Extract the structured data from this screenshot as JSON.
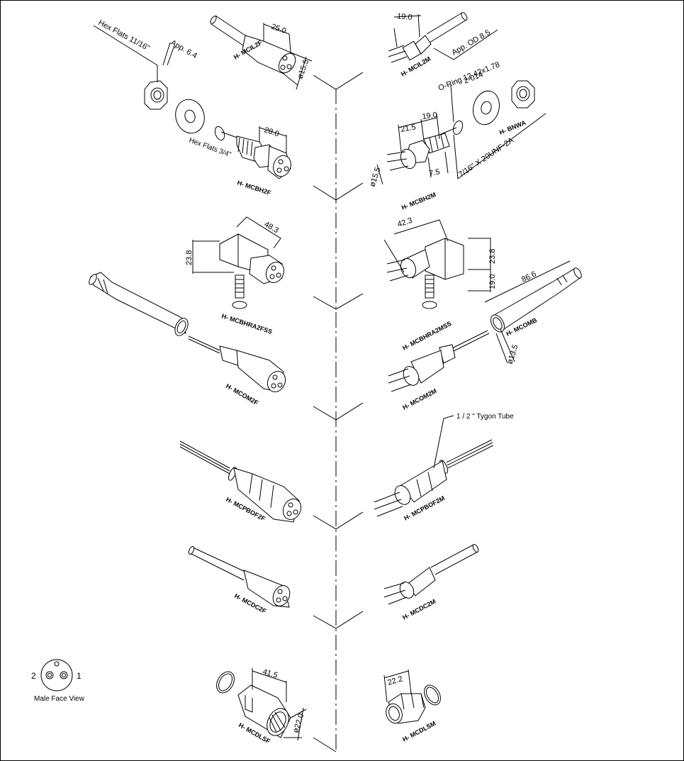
{
  "parts": {
    "mcil2f": "H- MCIL2F",
    "mcil2m": "H- MCIL2M",
    "mcbh2f": "H- MCBH2F",
    "mcbh2m": "H- MCBH2M",
    "bnwa": "H- BNWA",
    "mcbhra2fss": "H- MCBHRA2FSS",
    "mcbhra2mss": "H- MCBHRA2MSS",
    "mcomb": "H- MCOMB",
    "mcom2f": "H- MCOM2F",
    "mcom2m": "H- MCOM2M",
    "mcpbof2f": "H- MCPBOF2F",
    "mcpbof2m": "H- MCPBOF2M",
    "mcdc2f": "H- MCDC2F",
    "mcdc2m": "H- MCDC2M",
    "mcdlsf": "H- MCDLSF",
    "mcdlsm": "H- MCDLSM"
  },
  "dims": {
    "mcil2f_len": "25.0",
    "mcil2f_dia": "ø15.5",
    "mcil2m_len": "19.0",
    "mcil2m_od": "App. OD 8.5",
    "hex_flats_1116": "Hex Flats 11/16\"",
    "app_64": "App. 6.4",
    "mcbh2f_len": "28.0",
    "hex_flats_34": "Hex Flats 3/4\"",
    "oring": "O-Ring 12.42x1.78",
    "oring_code": "2-014",
    "mcbh2m_a": "21.5",
    "mcbh2m_b": "19.0",
    "mcbh2m_dia": "ø15.5",
    "mcbh2m_c": "7.5",
    "thread": "7/16\" X 20UNF-2A",
    "ra_f_len": "48.3",
    "ra_f_h": "23.8",
    "ra_m_len": "42.3",
    "ra_m_h": "23.8",
    "ra_m_h2": "19.0",
    "mcomb_len": "86.6",
    "mcomb_dia": "ø13.5",
    "tygon": "1 / 2 \" Tygon Tube",
    "mcdlsf_len": "41.5",
    "mcdlsf_dia": "ø22.0",
    "mcdlsm_len": "22.2"
  },
  "face_view": {
    "pin2": "2",
    "pin1": "1",
    "caption": "Male Face View"
  }
}
